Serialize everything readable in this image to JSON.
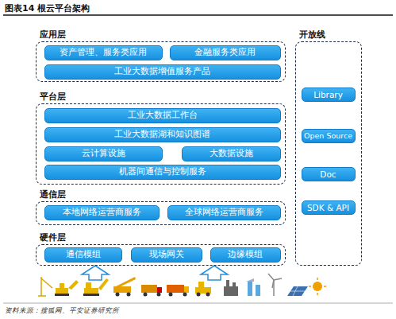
{
  "diagram": {
    "title": "图表14 根云平台架构",
    "caption": "资料来源：搜狐网、平安证券研究所",
    "nodes": [
      {
        "text": [
          "应用层"
        ]
      },
      {
        "text": [
          "资产管理、服务类应用"
        ],
        "in": 0
      },
      {
        "text": [
          "金融服务类应用"
        ],
        "in": 0
      },
      {
        "text": [
          "工业大数据增值服务产品"
        ],
        "in": 0
      },
      {
        "text": [
          "平台层"
        ]
      },
      {
        "text": [
          "工业大数据工作台"
        ],
        "in": 4
      },
      {
        "text": [
          "工业大数据湖和知识图谱"
        ],
        "in": 4
      },
      {
        "text": [
          "云计算设施"
        ],
        "in": 4
      },
      {
        "text": [
          "大数据设施"
        ],
        "in": 4
      },
      {
        "text": [
          "机器间通信与控制服务"
        ],
        "in": 4
      },
      {
        "text": [
          "通信层"
        ]
      },
      {
        "text": [
          "本地网络运营商服务"
        ],
        "in": 10
      },
      {
        "text": [
          "全球网络运营商服务"
        ],
        "in": 10
      },
      {
        "text": [
          "硬件层"
        ]
      },
      {
        "text": [
          "通信模组"
        ],
        "in": 13
      },
      {
        "text": [
          "现场网关"
        ],
        "in": 13
      },
      {
        "text": [
          "边缘模组"
        ],
        "in": 13
      },
      {
        "text": [
          "开放线"
        ]
      },
      {
        "text": [
          "Library"
        ],
        "in": 17
      },
      {
        "text": [
          "Open Source"
        ],
        "in": 17
      },
      {
        "text": [
          "Doc"
        ],
        "in": 17
      },
      {
        "text": [
          "SDK & API"
        ],
        "in": 17
      }
    ]
  }
}
